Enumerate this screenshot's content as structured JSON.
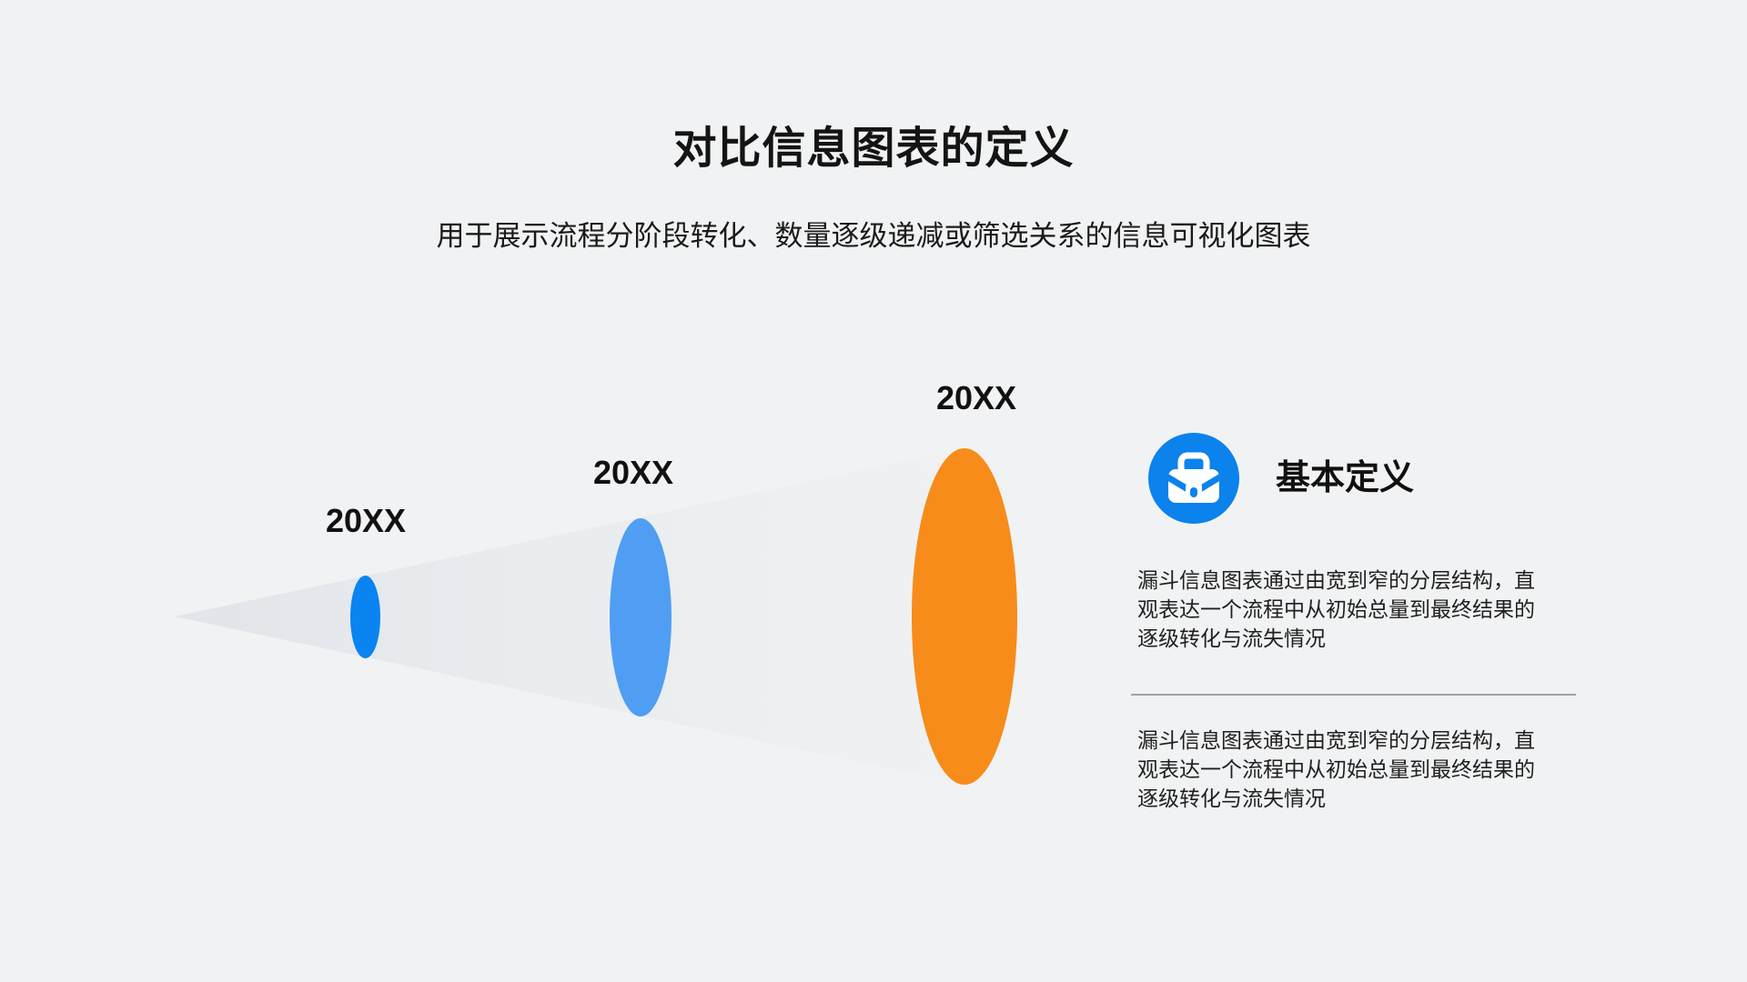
{
  "page": {
    "background": "#f1f2f3"
  },
  "header": {
    "title": "对比信息图表的定义",
    "subtitle": "用于展示流程分阶段转化、数量逐级递减或筛选关系的信息可视化图表"
  },
  "funnel": {
    "cone_gradient_start": "#e1e5e9",
    "cone_gradient_mid": "#e9ecef",
    "cone_gradient_end": "#f0f1f3",
    "stages": [
      {
        "label": "20XX",
        "color": "#0a84f1"
      },
      {
        "label": "20XX",
        "color": "#4f9ef3"
      },
      {
        "label": "20XX",
        "color": "#f78c1a"
      }
    ]
  },
  "panel": {
    "icon": "briefcase-icon",
    "icon_bg": "#0b82ec",
    "icon_fg": "#ffffff",
    "heading": "基本定义",
    "paragraph1": "漏斗信息图表通过由宽到窄的分层结构，直\n观表达一个流程中从初始总量到最终结果的\n逐级转化与流失情况",
    "paragraph2": "漏斗信息图表通过由宽到窄的分层结构，直\n观表达一个流程中从初始总量到最终结果的\n逐级转化与流失情况"
  }
}
